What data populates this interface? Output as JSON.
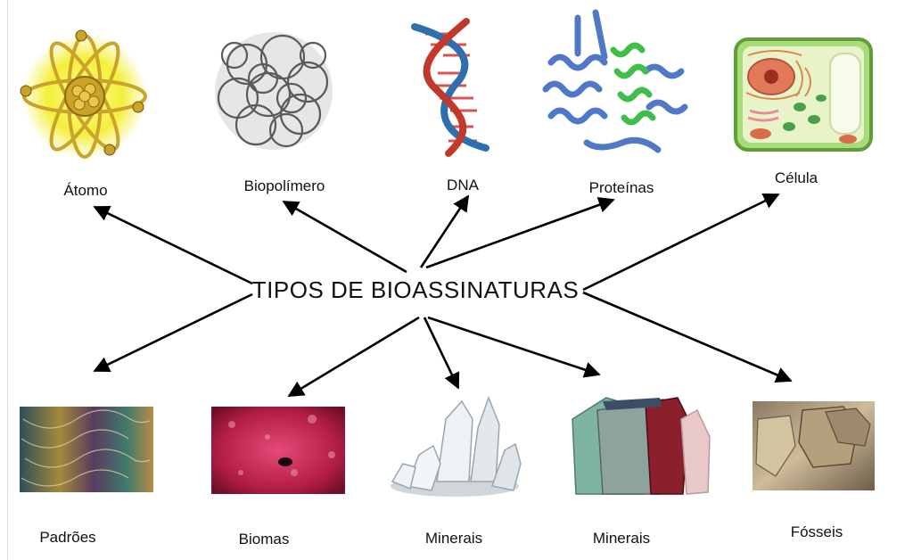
{
  "center": {
    "title": "TIPOS DE BIOASSINATURAS"
  },
  "top_nodes": [
    {
      "label": "Átomo",
      "icon": "atom-icon"
    },
    {
      "label": "Biopolímero",
      "icon": "biopolymer-icon"
    },
    {
      "label": "DNA",
      "icon": "dna-helix-icon"
    },
    {
      "label": "Proteínas",
      "icon": "protein-structure-icon"
    },
    {
      "label": "Célula",
      "icon": "cell-icon"
    }
  ],
  "bottom_nodes": [
    {
      "label": "Padrões",
      "icon": "patterns-image"
    },
    {
      "label": "Biomas",
      "icon": "biomes-image"
    },
    {
      "label": "Minerais",
      "icon": "quartz-crystal-image"
    },
    {
      "label": "Minerais",
      "icon": "mineral-rocks-image"
    },
    {
      "label": "Fósseis",
      "icon": "fossils-image"
    }
  ],
  "colors": {
    "atom_glow": "#f4ef3a",
    "atom_gold": "#c9a428",
    "dna_red": "#d9534f",
    "dna_blue": "#2f6fb0",
    "protein_blue": "#4f78c6",
    "protein_green": "#3fbf4a",
    "cell_green": "#a8dc7a",
    "biome_pink": "#c0234e",
    "arrow": "#000000"
  }
}
